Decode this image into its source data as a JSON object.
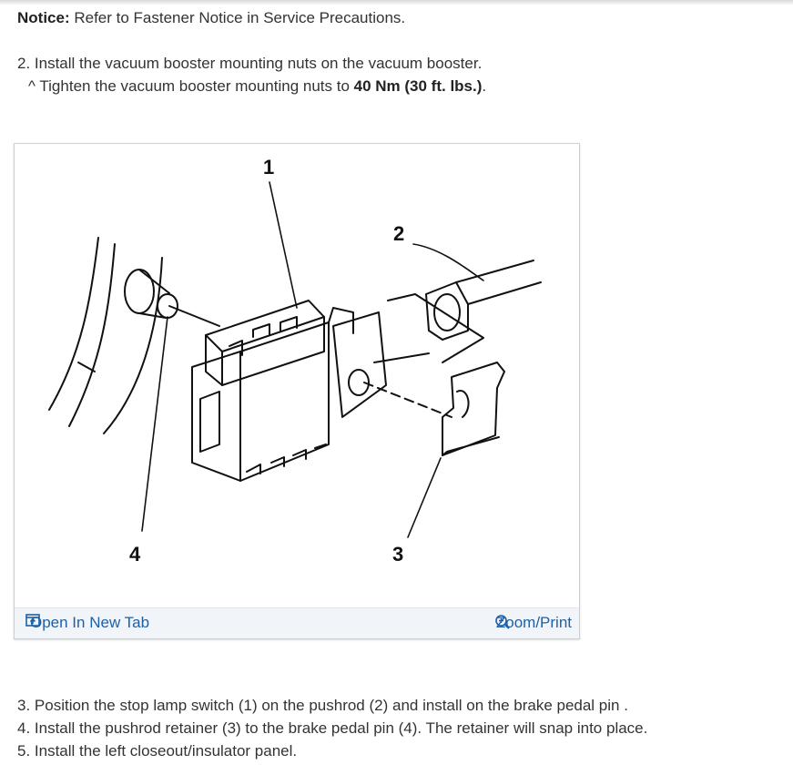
{
  "notice": {
    "label": "Notice:",
    "text": " Refer to Fastener Notice in Service Precautions."
  },
  "step2": {
    "text": "2. Install the vacuum booster mounting nuts on the vacuum booster.",
    "bullet": "^",
    "sub_text": " Tighten the vacuum booster mounting nuts to ",
    "torque": "40 Nm (30 ft. lbs.)",
    "end": "."
  },
  "figure": {
    "callouts": [
      "1",
      "2",
      "3",
      "4"
    ],
    "open_tab_label": "Open In New Tab",
    "zoom_label": "Zoom/Print",
    "link_color": "#1f5fa6"
  },
  "steps_after": [
    "3. Position the stop lamp switch (1) on the pushrod (2) and install on the brake pedal pin .",
    "4. Install the pushrod retainer (3) to the brake pedal pin (4). The retainer will snap into place.",
    "5. Install the left closeout/insulator panel."
  ]
}
